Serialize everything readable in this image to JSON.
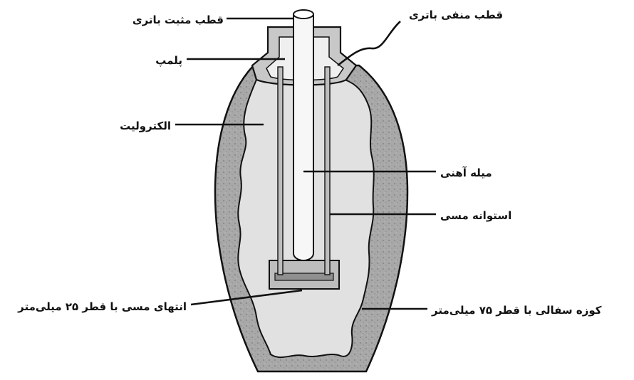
{
  "diagram": {
    "labels": {
      "positive_terminal": "قطب مثبت باتری",
      "negative_terminal": "قطب منفی باتری",
      "seal": "پلمپ",
      "electrolyte": "الکترولیت",
      "iron_rod": "میله آهنی",
      "copper_cylinder": "استوانه مسی",
      "copper_end": "انتهای مسی با قطر ۲۵ میلی‌متر",
      "clay_jar": "کوزه سفالی با قطر ۷۵ میلی‌متر"
    },
    "colors": {
      "jar_wall": "#a8a8a8",
      "electrolyte": "#e1e1e1",
      "rod": "#f7f7f7",
      "copper": "#bdbdbd",
      "outline": "#111111"
    }
  }
}
